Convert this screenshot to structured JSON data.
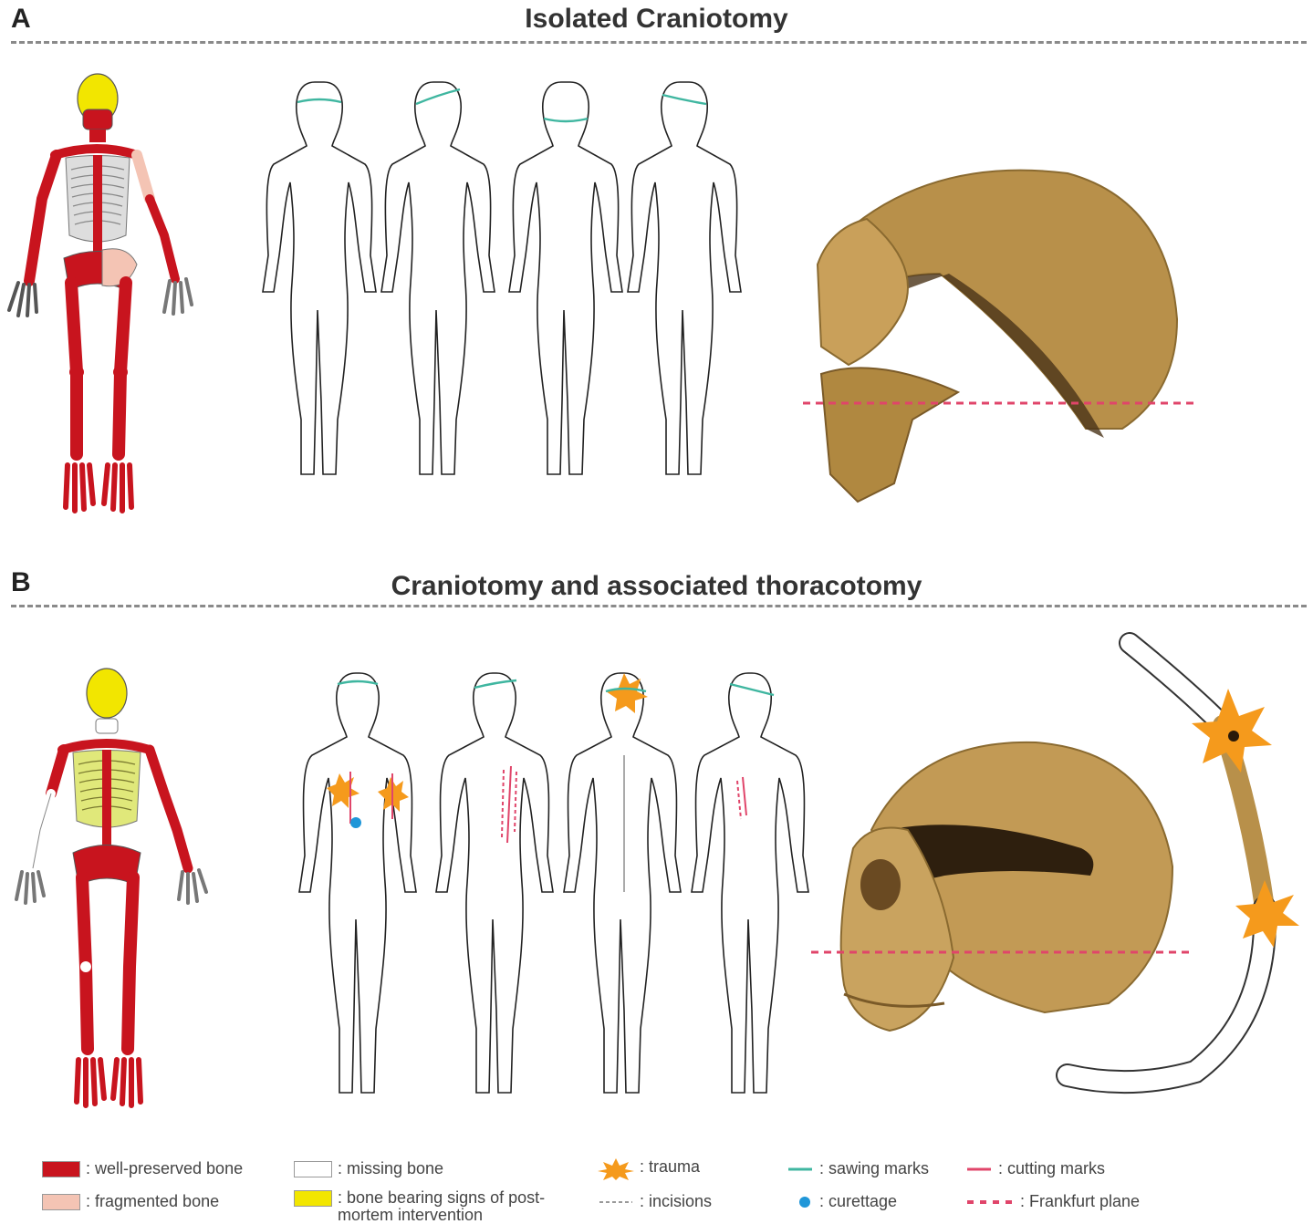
{
  "panel_a": {
    "letter": "A",
    "title": "Isolated Craniotomy"
  },
  "panel_b": {
    "letter": "B",
    "title": "Craniotomy and associated thoracotomy"
  },
  "legend": {
    "well_preserved": ": well-preserved bone",
    "fragmented": ": fragmented bone",
    "missing": ": missing bone",
    "post_mortem": ": bone bearing signs of post-mortem intervention",
    "trauma": ": trauma",
    "incisions": ": incisions",
    "sawing": ": sawing marks",
    "curettage": ": curettage",
    "cutting": ": cutting marks",
    "frankfurt": ": Frankfurt plane"
  },
  "colors": {
    "well_preserved": "#c8141e",
    "fragmented": "#f4c4b4",
    "missing": "#ffffff",
    "post_mortem": "#f2e600",
    "trauma": "#f59a1c",
    "sawing": "#3fb6a0",
    "cutting": "#e0456a",
    "curettage": "#1f96d8",
    "frankfurt": "#e0456a",
    "bone_photo": "#b8904a"
  }
}
